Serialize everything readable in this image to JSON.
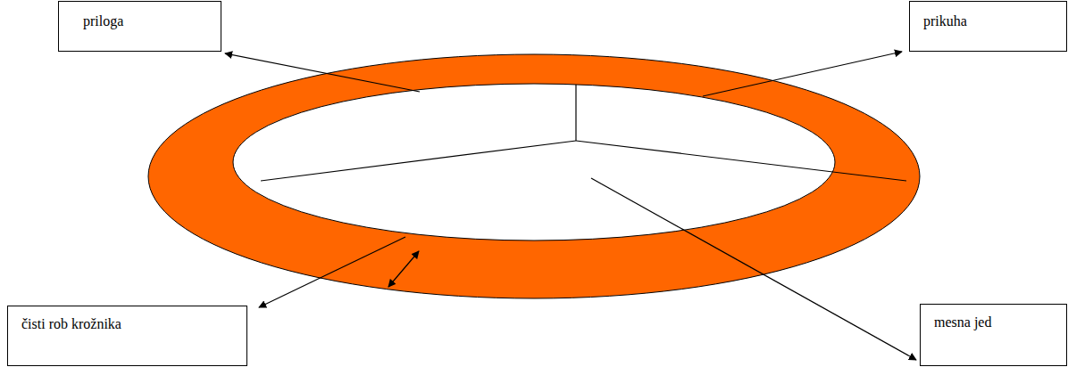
{
  "diagram": {
    "nodes": [
      {
        "text": [
          "priloga"
        ]
      },
      {
        "text": [
          "prikuha"
        ]
      },
      {
        "text": [
          "čisti rob krožnika"
        ]
      },
      {
        "text": [
          "mesna jed"
        ]
      }
    ]
  }
}
